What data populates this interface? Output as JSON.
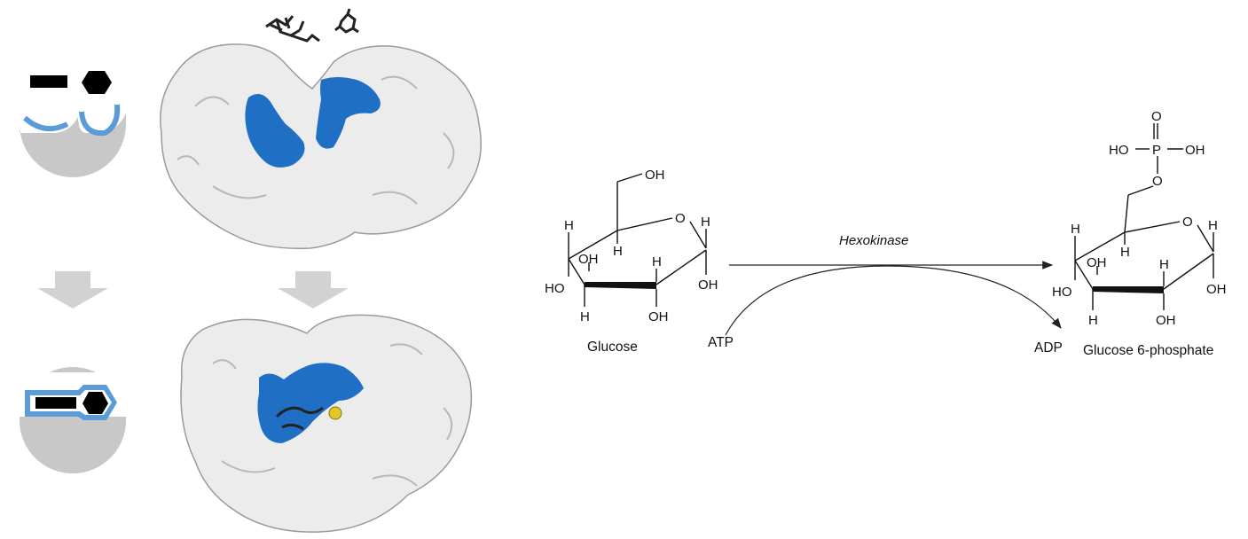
{
  "figure": {
    "panels": {
      "schematic": {
        "before_label": "",
        "after_label": ""
      },
      "protein_surface": {
        "colors": {
          "surface": "#ececec",
          "active_site": "#1f6fc4",
          "ligand_dark": "#222222",
          "metal_ion": "#e3c62a",
          "arrow": "#d2d2d2",
          "schematic_body": "#c8c8c8",
          "schematic_outline": "#5b9bd8"
        }
      }
    },
    "reaction": {
      "enzyme": "Hexokinase",
      "cofactor_in": "ATP",
      "cofactor_out": "ADP",
      "substrate": {
        "name": "Glucose",
        "labels": {
          "top_oh": "OH",
          "h_left_upper": "H",
          "h_inner_upper": "H",
          "oh_inner": "OH",
          "ho_left": "HO",
          "h_left_lower": "H",
          "h_right_mid": "H",
          "oh_bottom": "OH",
          "h_anomeric": "H",
          "oh_anomeric": "OH",
          "ring_o": "O"
        }
      },
      "product": {
        "name": "Glucose 6-phosphate",
        "labels": {
          "p_o_top": "O",
          "p": "P",
          "p_ho": "HO",
          "p_oh": "OH",
          "linker_o": "O",
          "ring_o": "O",
          "h_left_upper": "H",
          "h_inner_upper": "H",
          "oh_inner": "OH",
          "ho_left": "HO",
          "h_left_lower": "H",
          "h_right_mid": "H",
          "oh_bottom": "OH",
          "h_anomeric": "H",
          "oh_anomeric": "OH"
        }
      }
    }
  }
}
